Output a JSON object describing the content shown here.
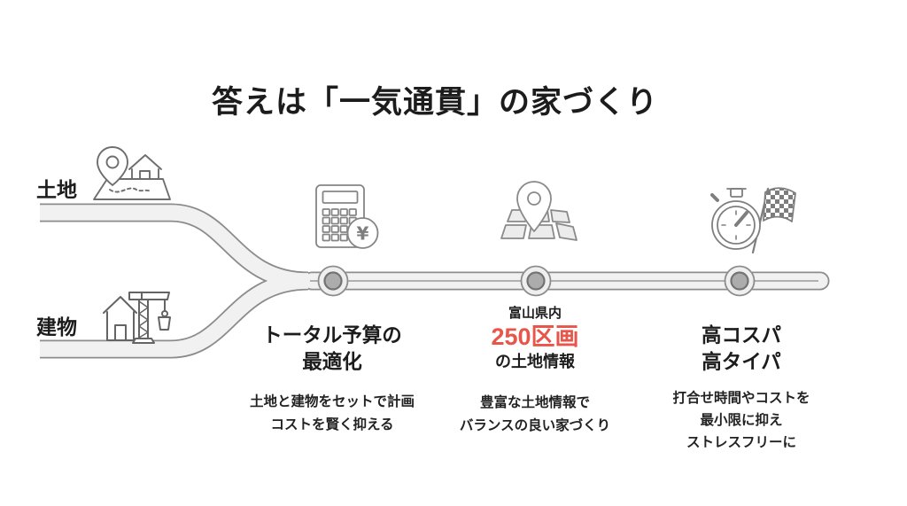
{
  "slide": {
    "title": "答えは「一気通貫」の家づくり"
  },
  "colors": {
    "accent_red": "#E8554A",
    "road_fill": "#F1F1F1",
    "road_outline": "#8C8C8C",
    "milestone_dot": "#ACACAC",
    "heading_text": "#1C1C1C"
  },
  "branches": {
    "land": {
      "label": "土地",
      "icon": "map-route-pin-house-icon"
    },
    "building": {
      "label": "建物",
      "icon": "house-crane-icon"
    }
  },
  "milestones": [
    {
      "icon": "calculator-yen-icon",
      "heading_lines": [
        "トータル予算の",
        "最適化"
      ],
      "description_lines": [
        "土地と建物をセットで計画",
        "コストを賢く抑える"
      ]
    },
    {
      "icon": "map-location-pin-icon",
      "heading_small": "富山県内",
      "heading_highlight": "250区画",
      "heading_rest": "の土地情報",
      "description_lines": [
        "豊富な土地情報で",
        "バランスの良い家づくり"
      ]
    },
    {
      "icon": "stopwatch-checkered-flag-icon",
      "heading_lines": [
        "高コスパ",
        "高タイパ"
      ],
      "description_lines": [
        "打合せ時間やコストを",
        "最小限に抑え",
        "ストレスフリーに"
      ]
    }
  ],
  "icon_glyphs": {
    "yen": "¥"
  }
}
